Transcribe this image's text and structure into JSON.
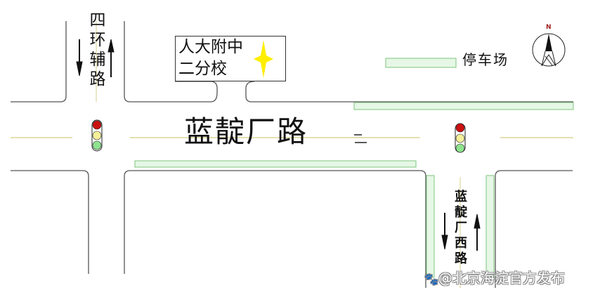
{
  "map": {
    "main_road": {
      "label": "蓝靛厂路"
    },
    "side_road_west": {
      "label": "四环辅路"
    },
    "side_road_east": {
      "label": "蓝靛厂西路"
    },
    "school": {
      "line1": "人大附中",
      "line2": "二分校",
      "marker": "star-marker",
      "marker_color": "#ffee00"
    },
    "parking": {
      "label": "停车场"
    },
    "compass": {
      "label": "N",
      "label_color": "#a02020"
    },
    "traffic_lights": [
      {
        "id": "west",
        "colors": [
          "#cc1111",
          "#f4f09a",
          "#8fe38f"
        ]
      },
      {
        "id": "east",
        "colors": [
          "#cc1111",
          "#f4f09a",
          "#8fe38f"
        ]
      }
    ],
    "colors": {
      "road_edge": "#555555",
      "center_line": "#e6dfb0",
      "green_strip_fill": "#e6f7e6",
      "green_strip_stroke": "#7cc47c"
    }
  },
  "watermark": {
    "text": "@北京海淀官方发布"
  }
}
